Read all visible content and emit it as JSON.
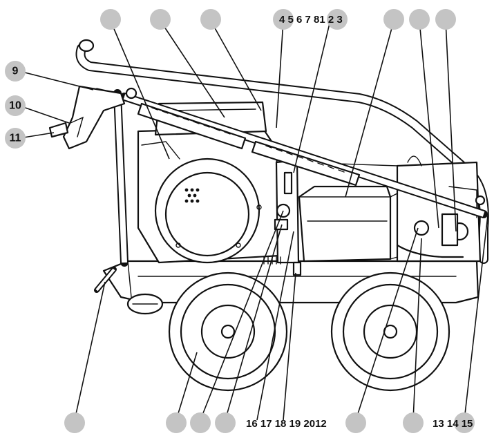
{
  "top_numbers": "4 5 6 7 81 2 3",
  "bottom_numbers_a": "16 17 18 19 2012",
  "bottom_numbers_b": "13 14 15",
  "left_callouts": [
    "9",
    "10",
    "11"
  ],
  "colors": {
    "callout_fill": "#c4c4c4",
    "ink": "#111111",
    "background": "#ffffff"
  }
}
